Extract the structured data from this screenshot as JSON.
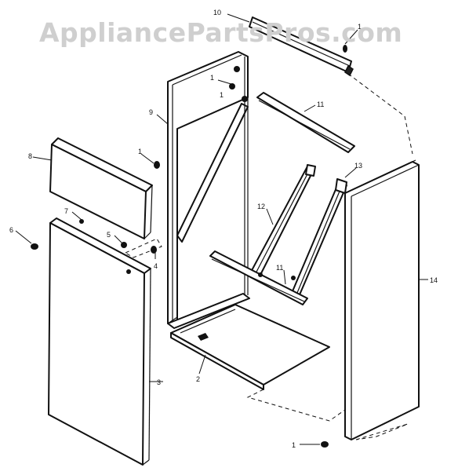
{
  "watermark": "AppliancePartsPros.com",
  "callouts": {
    "c1a": "1",
    "c1b": "1",
    "c1c": "1",
    "c1d": "1",
    "c1e": "1",
    "c2": "2",
    "c3": "3",
    "c4": "4",
    "c5": "5",
    "c6": "6",
    "c7": "7",
    "c8": "8",
    "c9": "9",
    "c10": "10",
    "c11a": "11",
    "c11b": "11",
    "c12": "12",
    "c13": "13",
    "c14": "14"
  }
}
